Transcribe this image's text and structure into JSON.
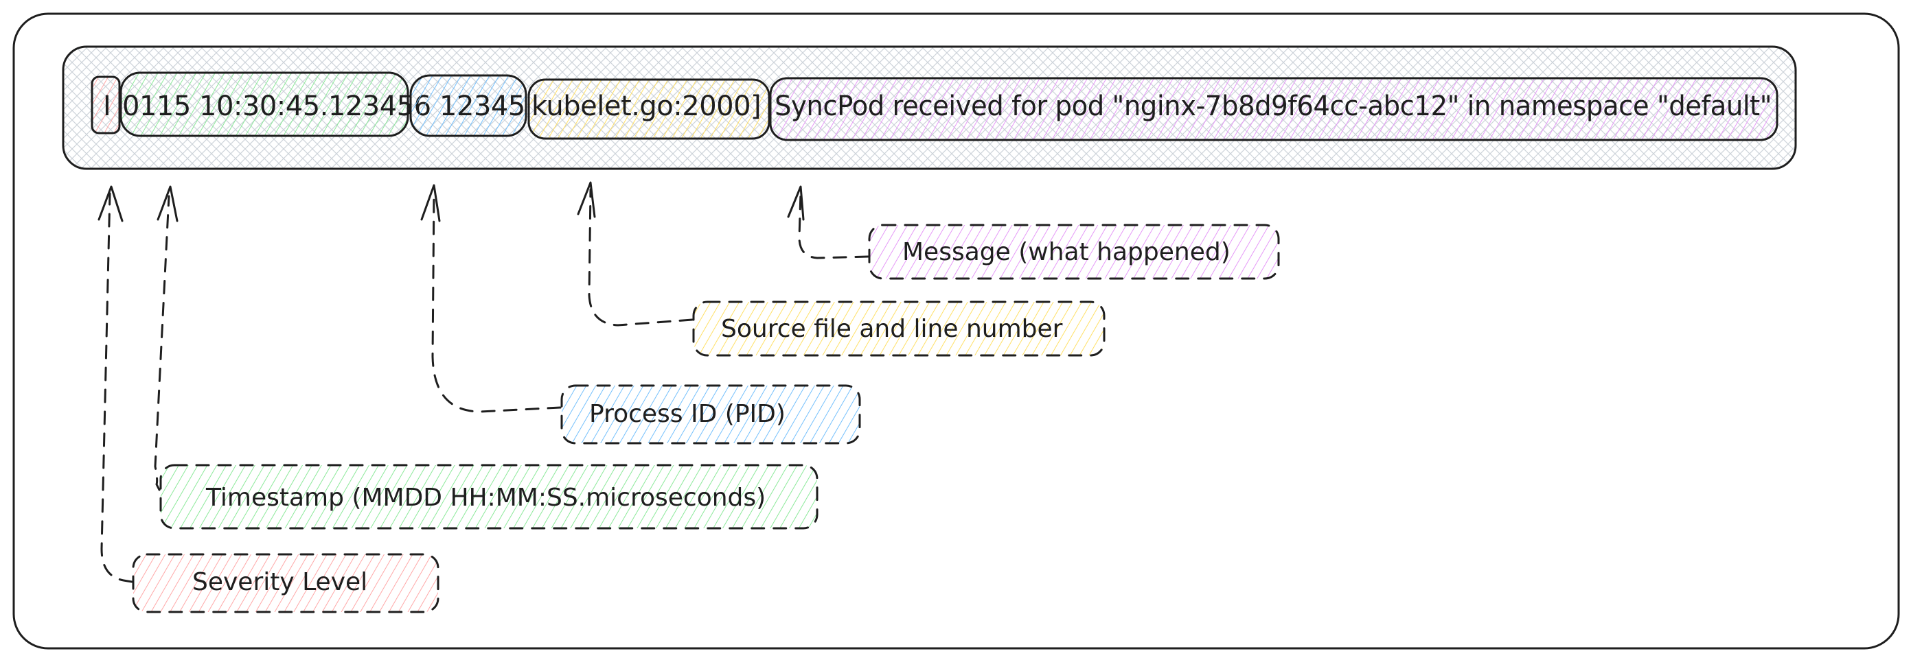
{
  "diagram": {
    "title": "klog log line anatomy",
    "log_line": {
      "segments": [
        {
          "id": "severity",
          "text": "I",
          "color": "#ffc9c9"
        },
        {
          "id": "timestamp",
          "text": "0115 10:30:45.123456",
          "color": "#b2f2bb"
        },
        {
          "id": "pid",
          "text": "12345",
          "color": "#a5d8ff"
        },
        {
          "id": "source",
          "text": "kubelet.go:2000]",
          "color": "#ffec99"
        },
        {
          "id": "message",
          "text": "SyncPod received for pod \"nginx-7b8d9f64cc-abc12\" in namespace \"default\"",
          "color": "#eebefa"
        }
      ]
    },
    "labels": [
      {
        "id": "message",
        "text": "Message (what happened)",
        "color": "#eebefa"
      },
      {
        "id": "source",
        "text": "Source file and line number",
        "color": "#ffec99"
      },
      {
        "id": "pid",
        "text": "Process ID (PID)",
        "color": "#a5d8ff"
      },
      {
        "id": "timestamp",
        "text": "Timestamp (MMDD HH:MM:SS.microseconds)",
        "color": "#b2f2bb"
      },
      {
        "id": "severity",
        "text": "Severity Level",
        "color": "#ffc9c9"
      }
    ],
    "container_color": "#e9ecef"
  }
}
